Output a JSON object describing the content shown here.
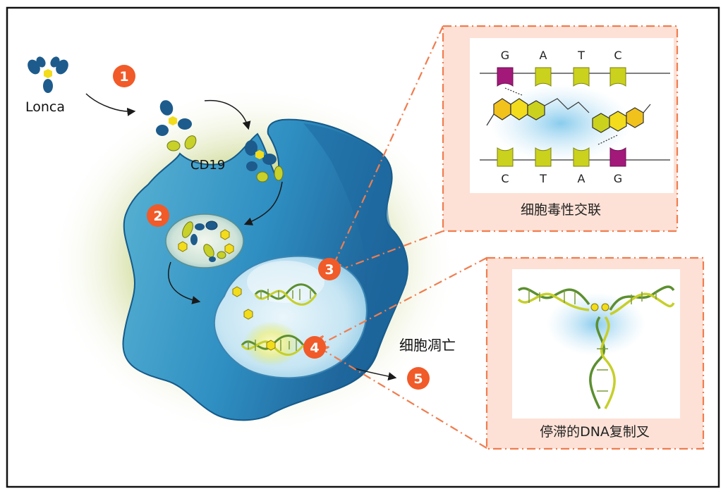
{
  "drug_label": "Lonca",
  "receptor_label": "CD19",
  "steps": [
    "1",
    "2",
    "3",
    "4",
    "5"
  ],
  "apoptosis_label": "细胞凋亡",
  "crosslink_panel": {
    "caption": "细胞毒性交联",
    "top_bases": [
      "G",
      "A",
      "T",
      "C"
    ],
    "bottom_bases": [
      "C",
      "T",
      "A",
      "G"
    ]
  },
  "fork_panel": {
    "caption": "停滞的DNA复制叉"
  },
  "colors": {
    "step_circle": "#f15a29",
    "dashed_line": "#f07d4f",
    "panel_fill": "#fde1d6",
    "cell_blue": "#2e86b8",
    "cell_dark": "#1f6ea0",
    "nucleus": "#bfe0f2",
    "halo_green": "#a8bf46",
    "antibody_blue": "#1d5b8c",
    "payload_yellow": "#f2dc1c",
    "base_lime": "#cbd21d",
    "base_magenta": "#a3197a"
  }
}
